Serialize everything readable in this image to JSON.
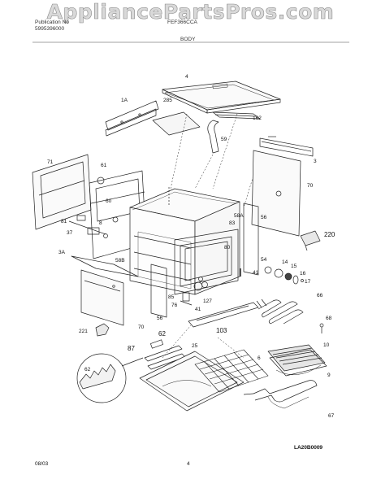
{
  "header": {
    "watermark": "AppliancePartsPros.com",
    "publication_label": "Publication No",
    "publication_number": "5995396000",
    "model": "FEF366CCA",
    "section": "BODY"
  },
  "callouts": [
    {
      "id": "c-4",
      "text": "4"
    },
    {
      "id": "c-1a",
      "text": "1A"
    },
    {
      "id": "c-285",
      "text": "285"
    },
    {
      "id": "c-162",
      "text": "162"
    },
    {
      "id": "c-59",
      "text": "59"
    },
    {
      "id": "c-71",
      "text": "71"
    },
    {
      "id": "c-61",
      "text": "61"
    },
    {
      "id": "c-3",
      "text": "3"
    },
    {
      "id": "c-70a",
      "text": "70"
    },
    {
      "id": "c-60",
      "text": "60"
    },
    {
      "id": "c-58a",
      "text": "58A"
    },
    {
      "id": "c-83",
      "text": "83"
    },
    {
      "id": "c-56a",
      "text": "56"
    },
    {
      "id": "c-81",
      "text": "81"
    },
    {
      "id": "c-8",
      "text": "8"
    },
    {
      "id": "c-37",
      "text": "37"
    },
    {
      "id": "c-220",
      "text": "220"
    },
    {
      "id": "c-3a",
      "text": "3A"
    },
    {
      "id": "c-58b",
      "text": "58B"
    },
    {
      "id": "c-80",
      "text": "80"
    },
    {
      "id": "c-54",
      "text": "54"
    },
    {
      "id": "c-14",
      "text": "14"
    },
    {
      "id": "c-15",
      "text": "15"
    },
    {
      "id": "c-16",
      "text": "16"
    },
    {
      "id": "c-17",
      "text": "17"
    },
    {
      "id": "c-41a",
      "text": "41"
    },
    {
      "id": "c-85",
      "text": "85"
    },
    {
      "id": "c-127",
      "text": "127"
    },
    {
      "id": "c-76",
      "text": "76"
    },
    {
      "id": "c-41b",
      "text": "41"
    },
    {
      "id": "c-66",
      "text": "66"
    },
    {
      "id": "c-56b",
      "text": "56"
    },
    {
      "id": "c-68",
      "text": "68"
    },
    {
      "id": "c-70b",
      "text": "70"
    },
    {
      "id": "c-103",
      "text": "103"
    },
    {
      "id": "c-221",
      "text": "221"
    },
    {
      "id": "c-62a",
      "text": "62"
    },
    {
      "id": "c-25",
      "text": "25"
    },
    {
      "id": "c-10",
      "text": "10"
    },
    {
      "id": "c-87",
      "text": "87"
    },
    {
      "id": "c-6",
      "text": "6"
    },
    {
      "id": "c-62b",
      "text": "62"
    },
    {
      "id": "c-9",
      "text": "9"
    },
    {
      "id": "c-67",
      "text": "67"
    }
  ],
  "footer": {
    "date": "08/03",
    "page": "4",
    "figure_code": "LA20B0009"
  }
}
